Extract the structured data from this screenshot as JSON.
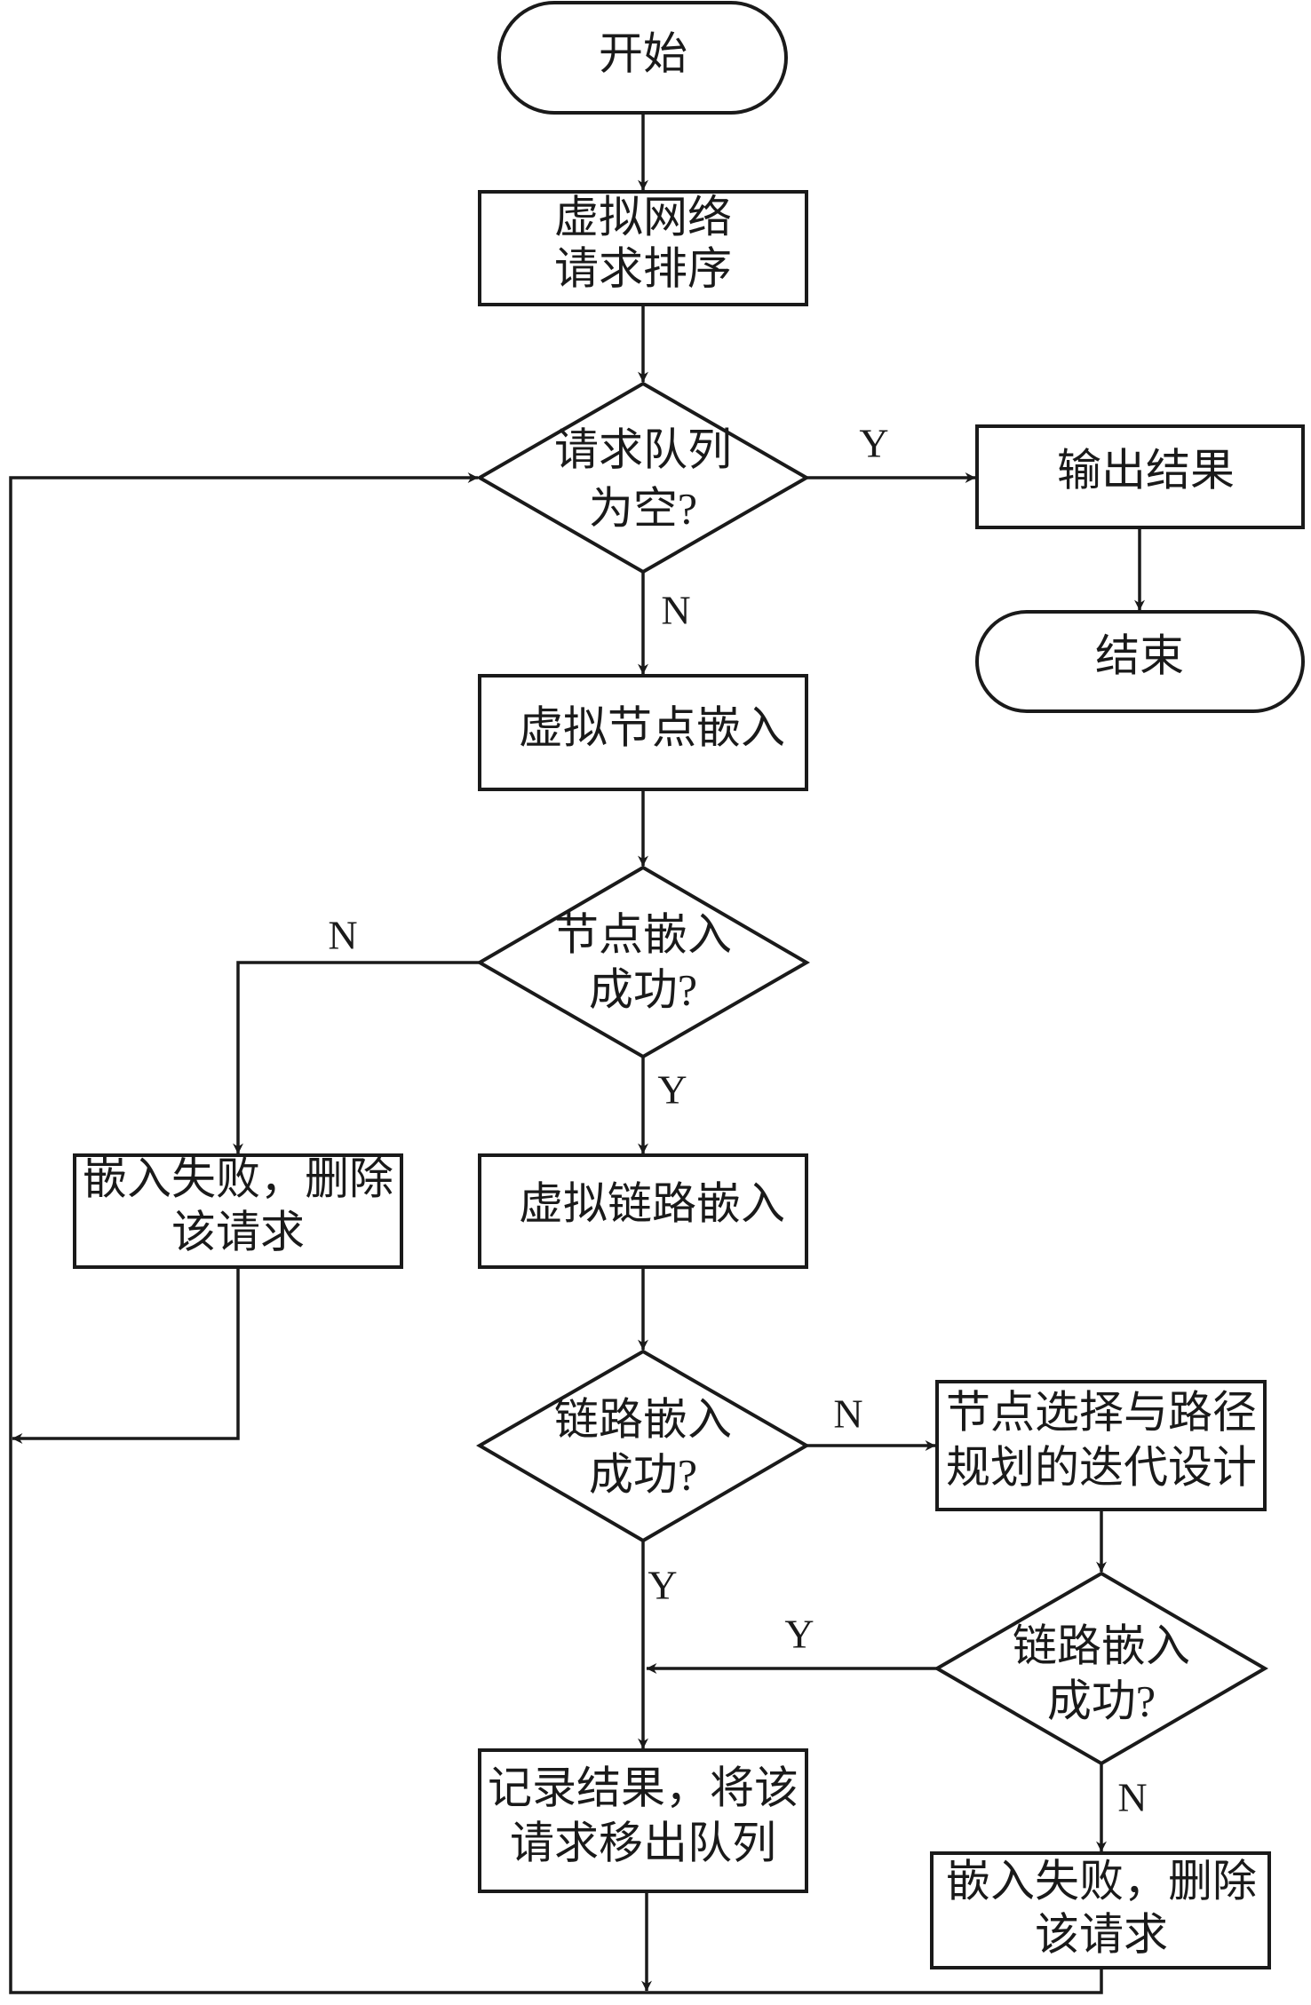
{
  "nodes": {
    "start": "开始",
    "sort": [
      "虚拟网络",
      "请求排序"
    ],
    "queue_empty": [
      "请求队列",
      "为空?"
    ],
    "output": "输出结果",
    "end": "结束",
    "node_embed": "虚拟节点嵌入",
    "node_ok": [
      "节点嵌入",
      "成功?"
    ],
    "fail1": [
      "嵌入失败，删除",
      "该请求"
    ],
    "link_embed": "虚拟链路嵌入",
    "link_ok": [
      "链路嵌入",
      "成功?"
    ],
    "iterate": [
      "节点选择与路径",
      "规划的迭代设计"
    ],
    "link_ok2": [
      "链路嵌入",
      "成功?"
    ],
    "record": [
      "记录结果，将该",
      "请求移出队列"
    ],
    "fail2": [
      "嵌入失败，删除",
      "该请求"
    ]
  },
  "edge_labels": {
    "queue_yes": "Y",
    "queue_no": "N",
    "node_no": "N",
    "node_yes": "Y",
    "link_no": "N",
    "link_yes": "Y",
    "link2_yes": "Y",
    "link2_no": "N"
  }
}
